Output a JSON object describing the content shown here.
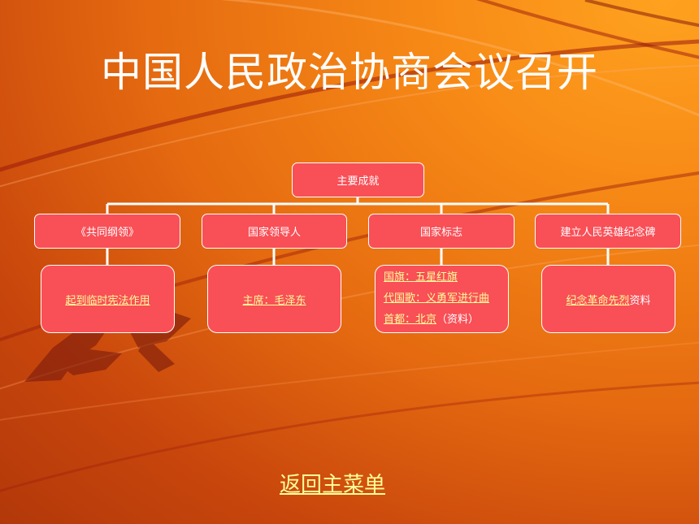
{
  "title": "中国人民政治协商会议召开",
  "root": {
    "label": "主要成就"
  },
  "categories": [
    {
      "label": "《共同纲领》"
    },
    {
      "label": "国家领导人"
    },
    {
      "label": "国家标志"
    },
    {
      "label": "建立人民英雄纪念碑"
    }
  ],
  "details": {
    "gangling": {
      "link": "起到临时宪法作用"
    },
    "leader": {
      "link": "主席：毛泽东"
    },
    "symbols": {
      "flag": "国旗：五星红旗",
      "anthem": "代国歌：义勇军进行曲",
      "capital": "首都：北京",
      "capital_suffix": "（资料）"
    },
    "monument": {
      "link": "纪念革命先烈",
      "suffix": "资料"
    }
  },
  "back_link": "返回主菜单",
  "colors": {
    "box_fill": "#f94f57",
    "link_text": "#ffff99",
    "background": "#e56a10"
  }
}
